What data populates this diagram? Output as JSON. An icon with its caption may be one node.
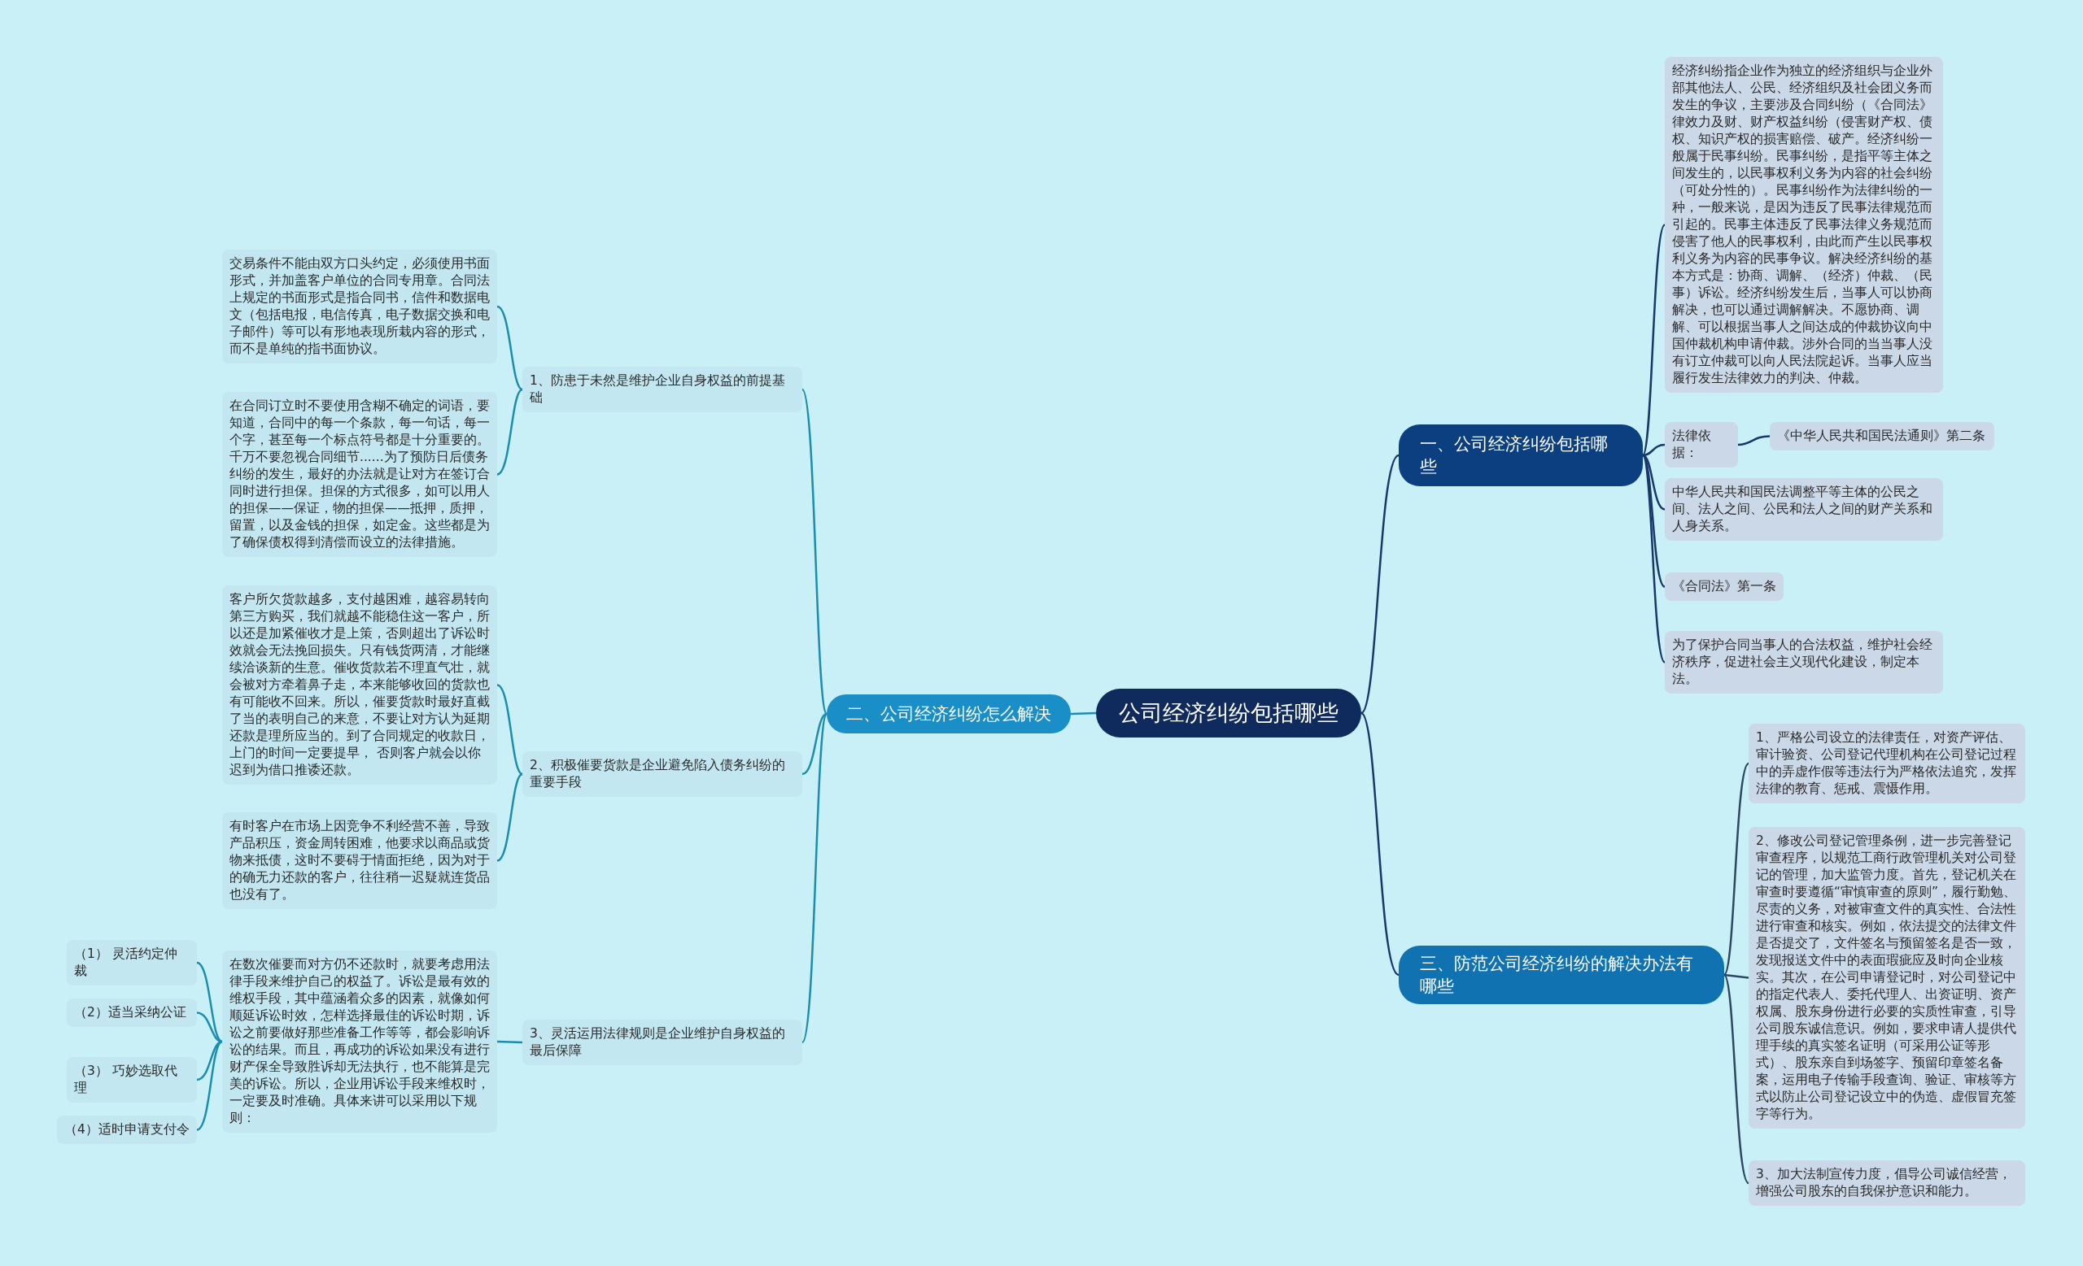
{
  "diagram": {
    "nodes": [
      {
        "text": [
          "公司经济纠纷包括哪些"
        ]
      },
      {
        "text": [
          "一、公司经济纠纷包括哪些"
        ]
      },
      {
        "text": [
          "经济纠纷指企业作为独立的经济组织与企业外部其他法人、公民、经济组织及社会团义务而发生的争议，主要涉及合同纠纷（《合同法》律效力及财、财产权益纠纷（侵害财产权、债权、知识产权的损害赔偿、破产。经济纠纷一般属于民事纠纷。民事纠纷，是指平等主体之间发生的，以民事权利义务为内容的社会纠纷（可处分性的）。民事纠纷作为法律纠纷的一种，一般来说，是因为违反了民事法律规范而引起的。民事主体违反了民事法律义务规范而侵害了他人的民事权利，由此而产生以民事权利义务为内容的民事争议。解决经济纠纷的基本方式是：协商、调解、（经济）仲裁、（民事）诉讼。经济纠纷发生后，当事人可以协商解决，也可以通过调解解决。不愿协商、调解、可以根据当事人之间达成的仲裁协议向中国仲裁机构申请仲裁。涉外合同的当当事人没有订立仲裁可以向人民法院起诉。当事人应当履行发生法律效力的判决、仲裁。"
        ]
      },
      {
        "text": [
          "法律依据："
        ]
      },
      {
        "text": [
          "《中华人民共和国民法通则》第二条"
        ]
      },
      {
        "text": [
          "中华人民共和国民法调整平等主体的公民之间、法人之间、公民和法人之间的财产关系和人身关系。"
        ]
      },
      {
        "text": [
          "《合同法》第一条"
        ]
      },
      {
        "text": [
          "为了保护合同当事人的合法权益，维护社会经济秩序，促进社会主义现代化建设，制定本法。"
        ]
      },
      {
        "text": [
          "二、公司经济纠纷怎么解决"
        ]
      },
      {
        "text": [
          "1、防患于未然是维护企业自身权益的前提基础"
        ]
      },
      {
        "text": [
          "交易条件不能由双方口头约定，必须使用书面形式，并加盖客户单位的合同专用章。合同法上规定的书面形式是指合同书，信件和数据电文（包括电报，电信传真，电子数据交换和电子邮件）等可以有形地表现所栽内容的形式，而不是单纯的指书面协议。"
        ]
      },
      {
        "text": [
          "在合同订立时不要使用含糊不确定的词语，要知道，合同中的每一个条款，每一句话，每一个字，甚至每一个标点符号都是十分重要的。千万不要忽视合同细节......为了预防日后债务纠纷的发生，最好的办法就是让对方在签订合同时进行担保。担保的方式很多，如可以用人的担保——保证，物的担保——抵押，质押，留置，以及金钱的担保，如定金。这些都是为了确保债权得到清偿而设立的法律措施。"
        ]
      },
      {
        "text": [
          "2、积极催要货款是企业避免陷入债务纠纷的重要手段"
        ]
      },
      {
        "text": [
          "客户所欠货款越多，支付越困难，越容易转向第三方购买，我们就越不能稳住这一客户，所以还是加紧催收才是上策，否则超出了诉讼时效就会无法挽回损失。只有钱货两清，才能继续洽谈新的生意。催收货款若不理直气壮，就会被对方牵着鼻子走，本来能够收回的货款也有可能收不回来。所以，催要货款时最好直截了当的表明自己的来意，不要让对方认为延期还款是理所应当的。到了合同规定的收款日，上门的时间一定要提早， 否则客户就会以你迟到为借口推诿还款。"
        ]
      },
      {
        "text": [
          "有时客户在市场上因竞争不利经营不善，导致产品积压，资金周转困难，他要求以商品或货物来抵债，这时不要碍于情面拒绝，因为对于的确无力还款的客户，往往稍一迟疑就连货品也没有了。"
        ]
      },
      {
        "text": [
          "3、灵活运用法律规则是企业维护自身权益的最后保障"
        ]
      },
      {
        "text": [
          "在数次催要而对方仍不还款时，就要考虑用法律手段来维护自己的权益了。诉讼是最有效的维权手段，其中蕴涵着众多的因素，就像如何顺延诉讼时效，怎样选择最佳的诉讼时期，诉讼之前要做好那些准备工作等等，都会影响诉讼的结果。而且，再成功的诉讼如果没有进行财产保全导致胜诉却无法执行，也不能算是完美的诉讼。所以，企业用诉讼手段来维权时，一定要及时准确。具体来讲可以采用以下规则："
        ]
      },
      {
        "text": [
          "（1） 灵活约定仲裁"
        ]
      },
      {
        "text": [
          "（2）适当采纳公证"
        ]
      },
      {
        "text": [
          "（3） 巧妙选取代理"
        ]
      },
      {
        "text": [
          "（4）适时申请支付令"
        ]
      },
      {
        "text": [
          "三、防范公司经济纠纷的解决办法有哪些"
        ]
      },
      {
        "text": [
          "1、严格公司设立的法律责任，对资产评估、审计验资、公司登记代理机构在公司登记过程中的弄虚作假等违法行为严格依法追究，发挥法律的教育、惩戒、震慑作用。"
        ]
      },
      {
        "text": [
          "2、修改公司登记管理条例，进一步完善登记审查程序，以规范工商行政管理机关对公司登记的管理，加大监管力度。首先，登记机关在审查时要遵循“审慎审查的原则”，履行勤勉、尽责的义务，对被审查文件的真实性、合法性进行审查和核实。例如，依法提交的法律文件是否提交了，文件签名与预留签名是否一致，发现报送文件中的表面瑕疵应及时向企业核实。其次，在公司申请登记时，对公司登记中的指定代表人、委托代理人、出资证明、资产权属、股东身份进行必要的实质性审查，引导公司股东诚信意识。例如，要求申请人提供代理手续的真实签名证明（可采用公证等形式）、股东亲自到场签字、预留印章签名备案，运用电子传输手段查询、验证、审核等方式以防止公司登记设立中的伪造、虚假冒充签字等行为。"
        ]
      },
      {
        "text": [
          "3、加大法制宣传力度，倡导公司诚信经营，增强公司股东的自我保护意识和能力。"
        ]
      }
    ],
    "edges": [
      {
        "from": 0,
        "to": 1,
        "arrow": "none",
        "color": "#17386b"
      },
      {
        "from": 0,
        "to": 8,
        "arrow": "none"
      },
      {
        "from": 0,
        "to": 21,
        "arrow": "none",
        "color": "#17386b"
      },
      {
        "from": 1,
        "to": 2,
        "arrow": "none",
        "color": "#17386b"
      },
      {
        "from": 1,
        "to": 3,
        "arrow": "none",
        "color": "#17386b"
      },
      {
        "from": 3,
        "to": 4,
        "arrow": "none",
        "color": "#17386b"
      },
      {
        "from": 1,
        "to": 5,
        "arrow": "none",
        "color": "#17386b"
      },
      {
        "from": 1,
        "to": 6,
        "arrow": "none",
        "color": "#17386b"
      },
      {
        "from": 1,
        "to": 7,
        "arrow": "none",
        "color": "#17386b"
      },
      {
        "from": 8,
        "to": 9,
        "arrow": "none"
      },
      {
        "from": 8,
        "to": 12,
        "arrow": "none"
      },
      {
        "from": 8,
        "to": 15,
        "arrow": "none"
      },
      {
        "from": 9,
        "to": 10,
        "arrow": "none"
      },
      {
        "from": 9,
        "to": 11,
        "arrow": "none"
      },
      {
        "from": 12,
        "to": 13,
        "arrow": "none"
      },
      {
        "from": 12,
        "to": 14,
        "arrow": "none"
      },
      {
        "from": 15,
        "to": 16,
        "arrow": "none"
      },
      {
        "from": 16,
        "to": 17,
        "arrow": "none"
      },
      {
        "from": 16,
        "to": 18,
        "arrow": "none"
      },
      {
        "from": 16,
        "to": 19,
        "arrow": "none"
      },
      {
        "from": 16,
        "to": 20,
        "arrow": "none"
      },
      {
        "from": 21,
        "to": 22,
        "arrow": "none",
        "color": "#2e4862"
      },
      {
        "from": 21,
        "to": 23,
        "arrow": "none",
        "color": "#2e4862"
      },
      {
        "from": 21,
        "to": 24,
        "arrow": "none",
        "color": "#2e4862"
      }
    ]
  }
}
